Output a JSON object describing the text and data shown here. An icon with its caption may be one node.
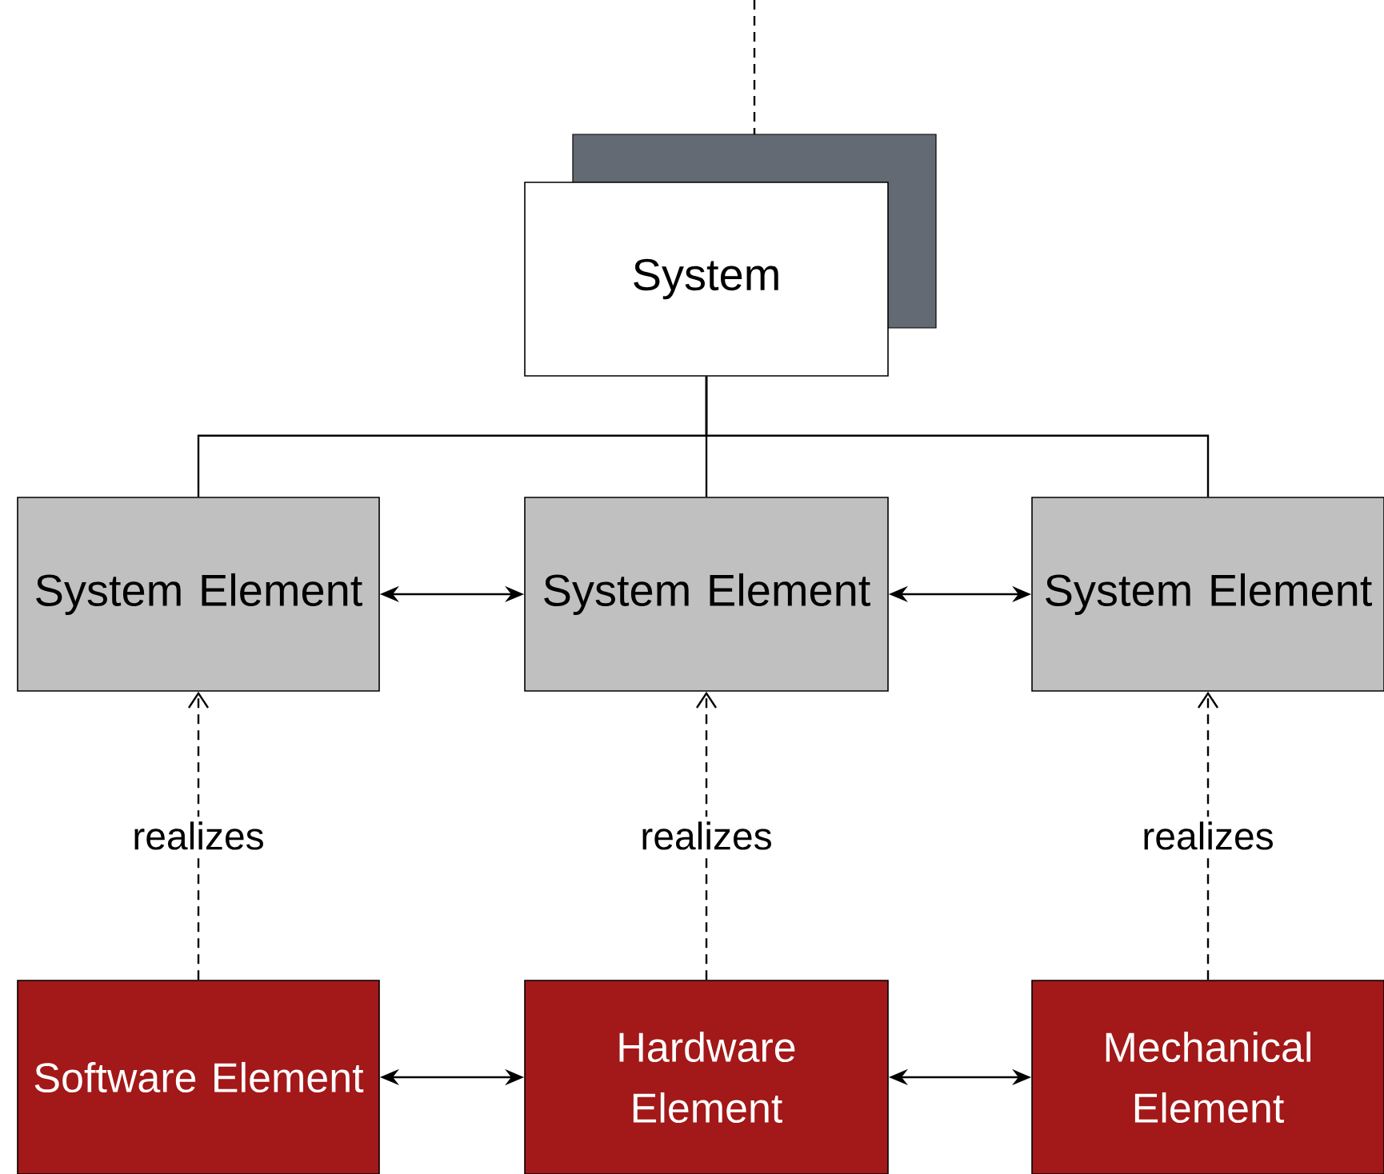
{
  "diagram": {
    "nodes": [
      {
        "text": [
          "System"
        ]
      },
      {
        "text": [
          "System Element"
        ]
      },
      {
        "text": [
          "System Element"
        ]
      },
      {
        "text": [
          "System Element"
        ]
      },
      {
        "text": [
          "Software Element"
        ]
      },
      {
        "text": [
          "Hardware Element"
        ]
      },
      {
        "text": [
          "Mechanical Element"
        ]
      }
    ],
    "edges": [
      {
        "from": null,
        "to": 0,
        "arrow": "none",
        "style": "dashed"
      },
      {
        "from": 0,
        "to": 1,
        "arrow": "none"
      },
      {
        "from": 0,
        "to": 2,
        "arrow": "none"
      },
      {
        "from": 0,
        "to": 3,
        "arrow": "none"
      },
      {
        "from": 1,
        "to": 2,
        "arrow": "both"
      },
      {
        "from": 2,
        "to": 3,
        "arrow": "both"
      },
      {
        "from": 4,
        "to": 1,
        "arrow": "to",
        "style": "dashed",
        "label": "realizes"
      },
      {
        "from": 5,
        "to": 2,
        "arrow": "to",
        "style": "dashed",
        "label": "realizes"
      },
      {
        "from": 6,
        "to": 3,
        "arrow": "to",
        "style": "dashed",
        "label": "realizes"
      },
      {
        "from": 4,
        "to": 5,
        "arrow": "both"
      },
      {
        "from": 5,
        "to": 6,
        "arrow": "both"
      }
    ]
  }
}
